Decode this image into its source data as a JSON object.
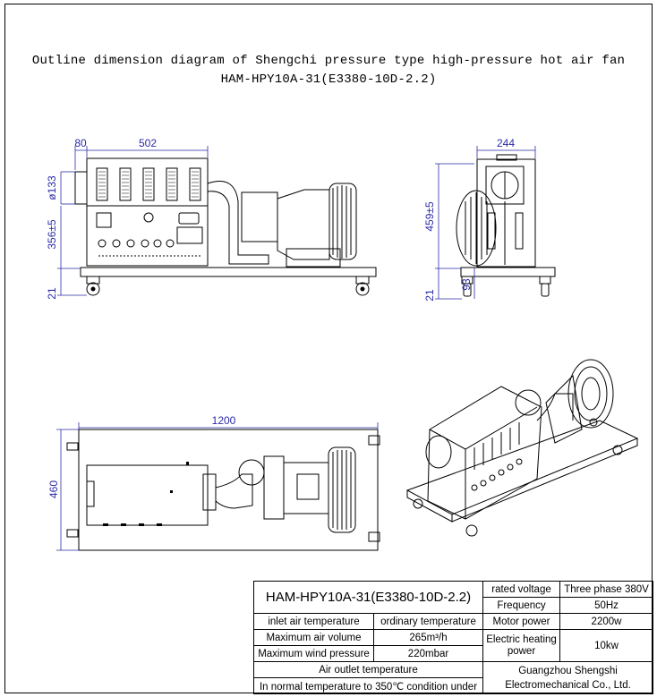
{
  "title": {
    "line1": "Outline dimension diagram of Shengchi pressure type high-pressure hot air fan",
    "line2": "HAM-HPY10A-31(E3380-10D-2.2)"
  },
  "dimensions": {
    "top_width": "502",
    "top_left": "80",
    "diameter": "ø133",
    "height_left": "356±5",
    "wheel_left": "21",
    "side_width": "244",
    "height_right": "459±5",
    "wheel_right": "21",
    "clearance": "93",
    "plan_length": "1200",
    "plan_width": "460"
  },
  "spec_table": {
    "model": "HAM-HPY10A-31(E3380-10D-2.2)",
    "inlet_label": "inlet air temperature",
    "inlet_value": "ordinary temperature",
    "volume_label": "Maximum air volume",
    "volume_value": "265m³/h",
    "pressure_label": "Maximum wind pressure",
    "pressure_value": "220mbar",
    "outlet_label": "Air outlet temperature",
    "outlet_value": "In normal temperature to 350℃ condition under",
    "voltage_label": "rated voltage",
    "voltage_value": "Three phase 380V",
    "frequency_label": "Frequency",
    "frequency_value": "50Hz",
    "motor_label": "Motor power",
    "motor_value": "2200w",
    "heating_label": "Electric heating power",
    "heating_value": "10kw",
    "company": "Guangzhou Shengshi Electromechanical Co., Ltd."
  }
}
